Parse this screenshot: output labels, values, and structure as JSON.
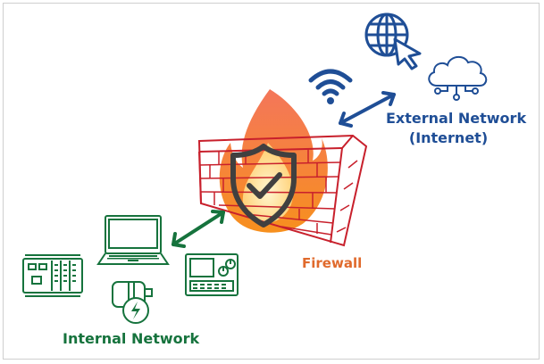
{
  "labels": {
    "external_network": "External Network",
    "external_network_sub": "(Internet)",
    "internal_network": "Internal Network",
    "firewall": "Firewall"
  },
  "colors": {
    "external": "#1f4e96",
    "internal": "#16733d",
    "firewall_text": "#e06a2c",
    "wall": "#c8202c",
    "shield": "#404040",
    "flame_outer": "#f47b3b",
    "flame_inner": "#ffe7a3"
  },
  "icons": {
    "external": [
      "globe-cursor-icon",
      "cloud-network-icon",
      "wifi-icon"
    ],
    "internal": [
      "laptop-icon",
      "plc-rack-icon",
      "motor-icon",
      "control-panel-icon"
    ],
    "firewall": [
      "brick-wall-icon",
      "flame-icon",
      "shield-check-icon"
    ]
  },
  "connections": [
    {
      "from": "firewall",
      "to": "external_network",
      "style": "bidirectional-arrow"
    },
    {
      "from": "firewall",
      "to": "internal_network",
      "style": "bidirectional-arrow"
    }
  ]
}
